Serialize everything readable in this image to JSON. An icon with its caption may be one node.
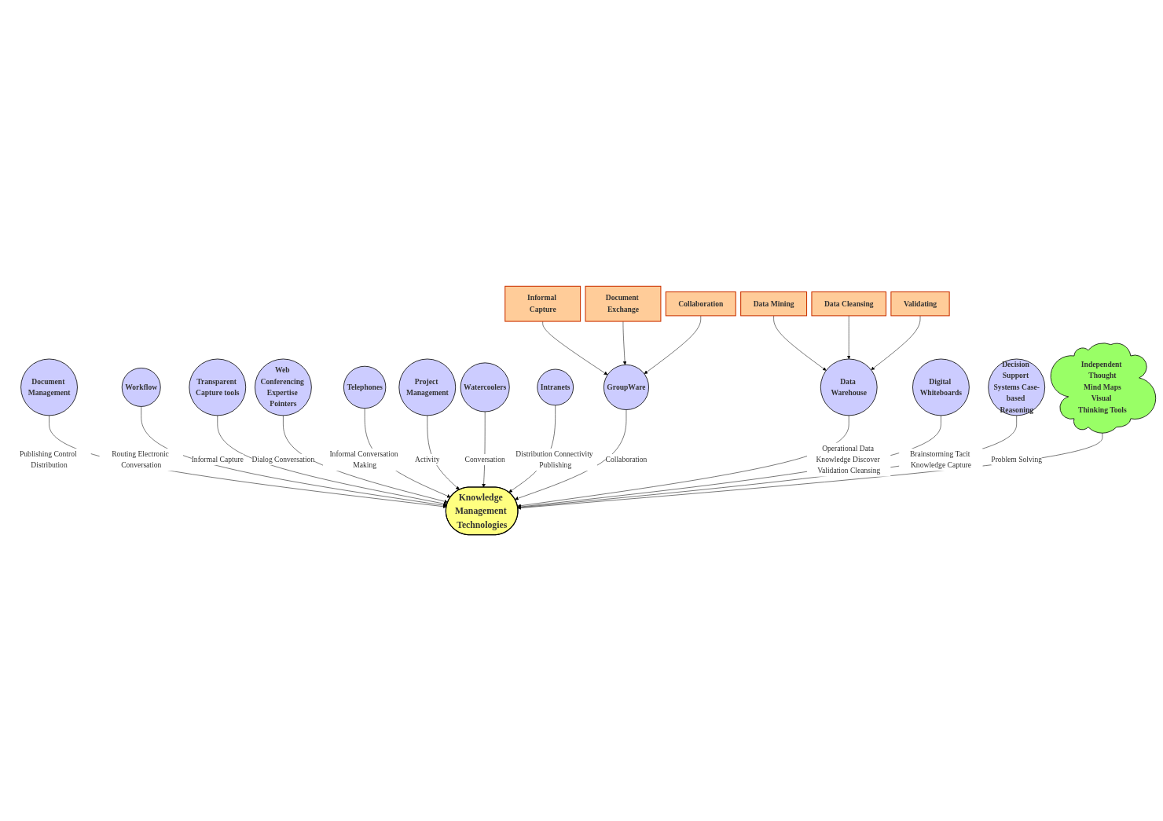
{
  "diagram": {
    "nodes": [
      {
        "text": [
          "Knowledge Management Technologies"
        ]
      },
      {
        "text": [
          "Document Management"
        ]
      },
      {
        "text": [
          "Workflow"
        ]
      },
      {
        "text": [
          "Transparent Capture tools"
        ]
      },
      {
        "text": [
          "Web Conferencing Expertise Pointers"
        ]
      },
      {
        "text": [
          "Telephones"
        ]
      },
      {
        "text": [
          "Project Management"
        ]
      },
      {
        "text": [
          "Watercoolers"
        ]
      },
      {
        "text": [
          "Intranets"
        ]
      },
      {
        "text": [
          "GroupWare"
        ]
      },
      {
        "text": [
          "Data Warehouse"
        ]
      },
      {
        "text": [
          "Digital Whiteboards"
        ]
      },
      {
        "text": [
          "Decision Support Systems Case-based Reasoning"
        ]
      },
      {
        "text": [
          "Informal Capture"
        ]
      },
      {
        "text": [
          "Document Exchange"
        ]
      },
      {
        "text": [
          "Collaboration"
        ]
      },
      {
        "text": [
          "Data Mining"
        ]
      },
      {
        "text": [
          "Data Cleansing"
        ]
      },
      {
        "text": [
          "Validating"
        ]
      },
      {
        "text": [
          "Independent Thought",
          "Mind Maps",
          "Visual Thinking Tools"
        ]
      }
    ],
    "edges": [
      {
        "from": 1,
        "to": 0,
        "arrow": "to",
        "label": "Publishing Control Distribution"
      },
      {
        "from": 2,
        "to": 0,
        "arrow": "to",
        "label": "Routing Electronic Conversation"
      },
      {
        "from": 3,
        "to": 0,
        "arrow": "to",
        "label": "Informal Capture"
      },
      {
        "from": 4,
        "to": 0,
        "arrow": "to",
        "label": "Dialog Conversation"
      },
      {
        "from": 5,
        "to": 0,
        "arrow": "to",
        "label": "Informal Conversation Making"
      },
      {
        "from": 6,
        "to": 0,
        "arrow": "to",
        "label": "Activity"
      },
      {
        "from": 7,
        "to": 0,
        "arrow": "to",
        "label": "Conversation"
      },
      {
        "from": 8,
        "to": 0,
        "arrow": "to",
        "label": "Distribution Connectivity Publishing"
      },
      {
        "from": 9,
        "to": 0,
        "arrow": "to",
        "label": "Collaboration"
      },
      {
        "from": 10,
        "to": 0,
        "arrow": "to",
        "label": "Operational Data Knowledge Discover Validation Cleansing"
      },
      {
        "from": 11,
        "to": 0,
        "arrow": "to",
        "label": "Brainstorming Tacit Knowledge Capture"
      },
      {
        "from": 12,
        "to": 0,
        "arrow": "to",
        "label": "Problem Solving"
      },
      {
        "from": 19,
        "to": 0,
        "arrow": "to"
      },
      {
        "from": 13,
        "to": 9,
        "arrow": "to"
      },
      {
        "from": 14,
        "to": 9,
        "arrow": "to"
      },
      {
        "from": 15,
        "to": 9,
        "arrow": "to"
      },
      {
        "from": 16,
        "to": 10,
        "arrow": "to"
      },
      {
        "from": 17,
        "to": 10,
        "arrow": "to"
      },
      {
        "from": 18,
        "to": 10,
        "arrow": "to"
      }
    ]
  }
}
